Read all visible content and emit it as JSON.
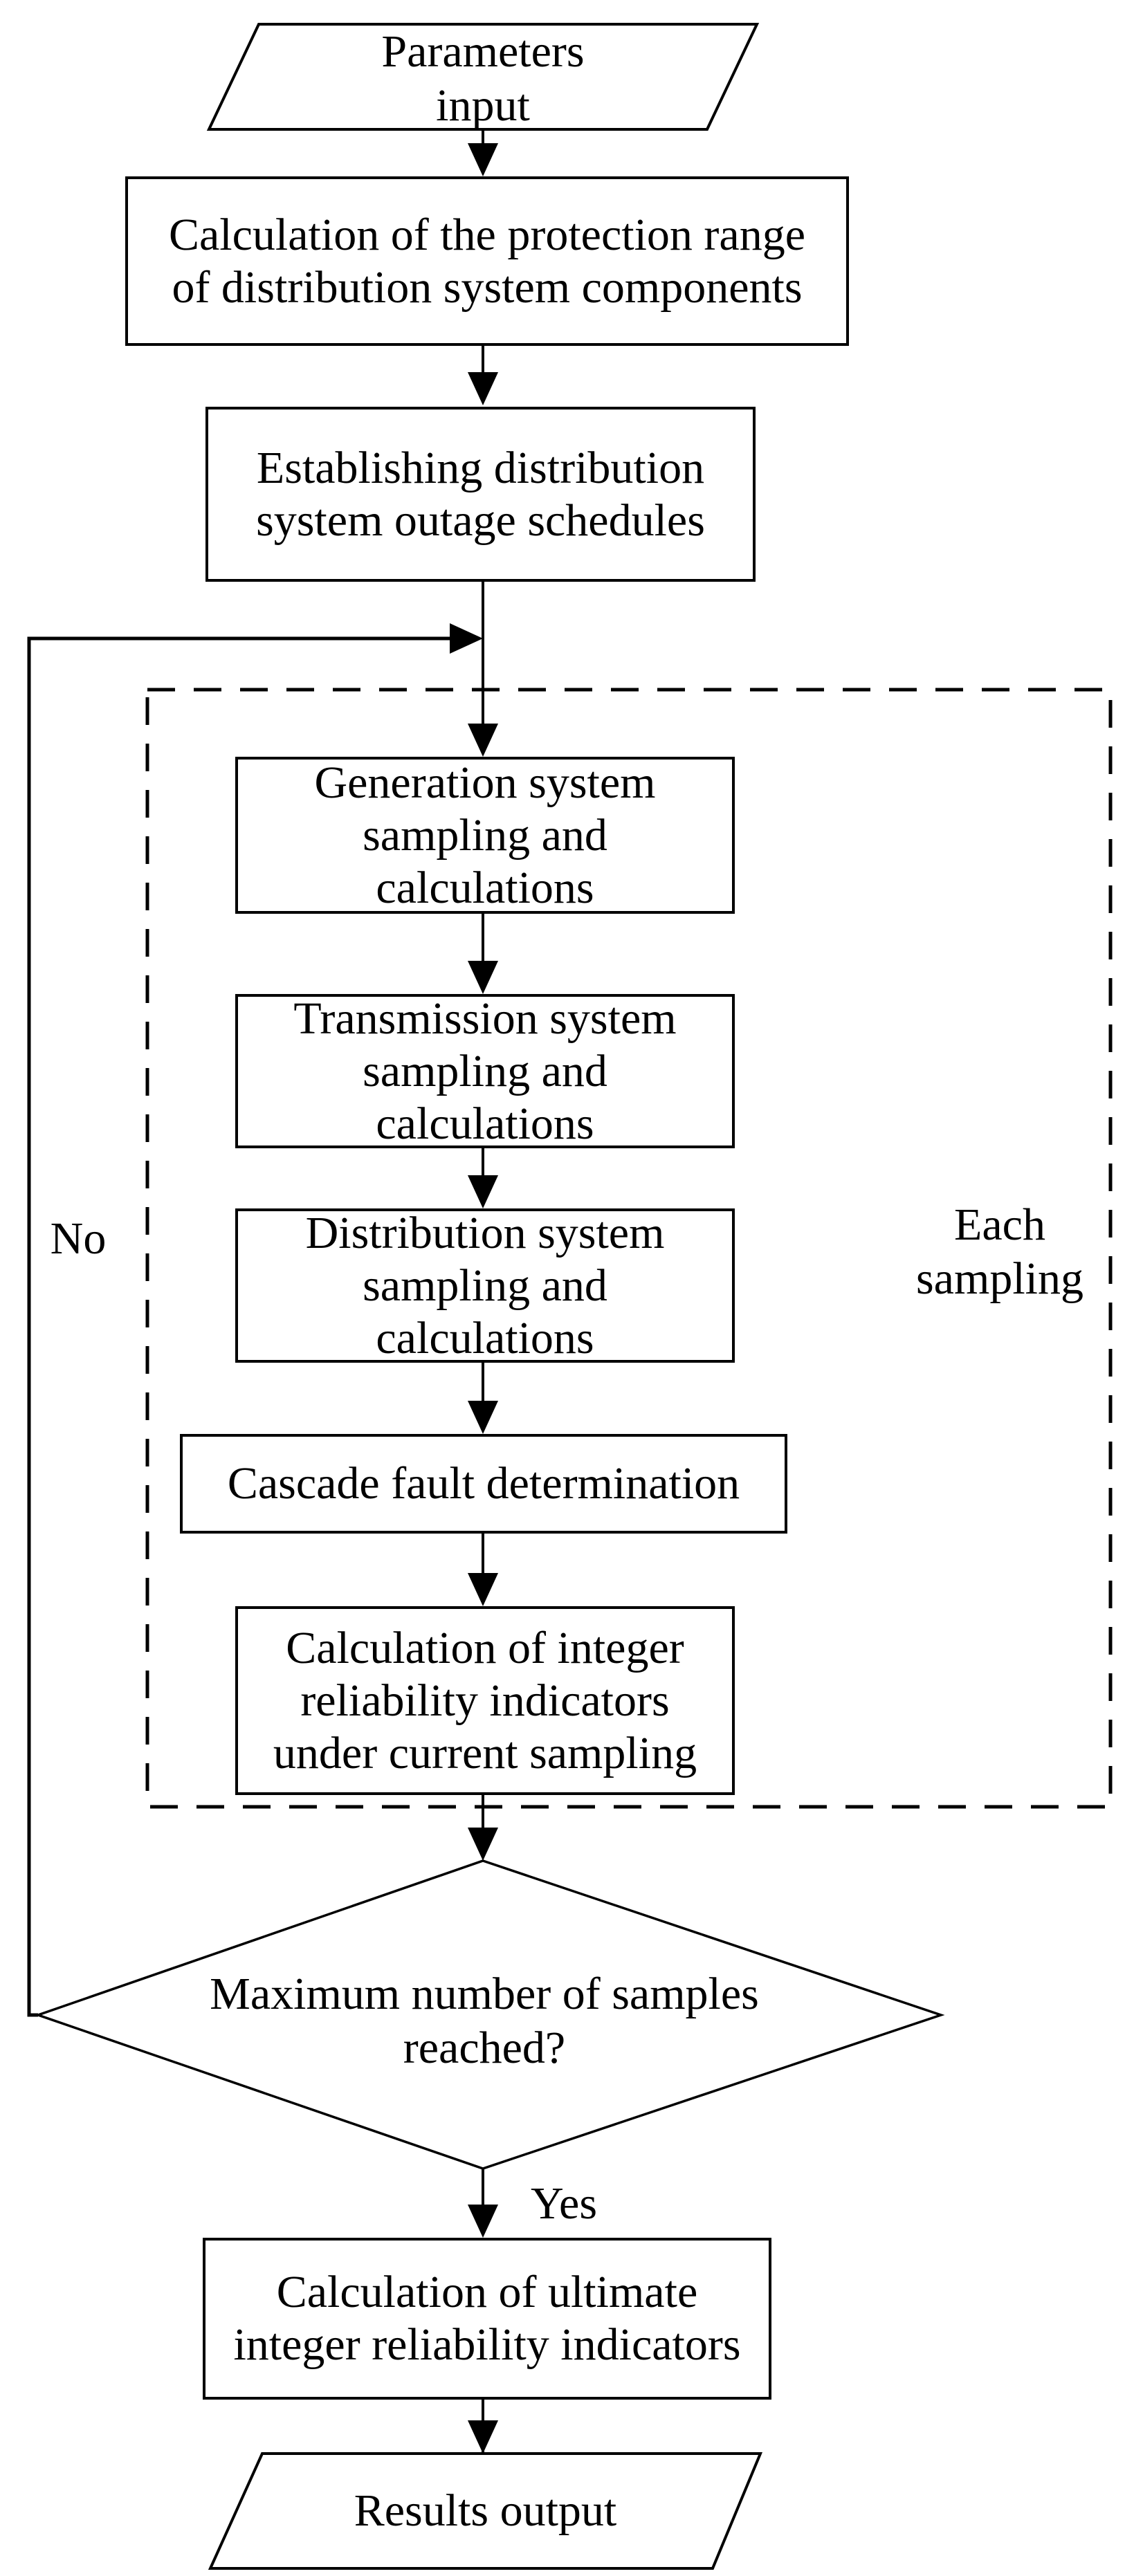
{
  "figure": {
    "background_color": "#ffffff",
    "line_color": "#000000",
    "type": "flowchart"
  },
  "nodes": {
    "parameters_input": {
      "shape": "parallelogram",
      "lines": [
        "Parameters",
        "input"
      ]
    },
    "calc_protection_range": {
      "shape": "rectangle",
      "lines": [
        "Calculation of the protection range",
        "of  distribution system components"
      ]
    },
    "establish_outage_schedules": {
      "shape": "rectangle",
      "lines": [
        "Establishing distribution",
        "system outage schedules"
      ]
    },
    "generation_sampling": {
      "shape": "rectangle",
      "lines": [
        "Generation system",
        "sampling and",
        "calculations"
      ]
    },
    "transmission_sampling": {
      "shape": "rectangle",
      "lines": [
        "Transmission system",
        "sampling and",
        "calculations"
      ]
    },
    "distribution_sampling": {
      "shape": "rectangle",
      "lines": [
        "Distribution system",
        "sampling and",
        "calculations"
      ]
    },
    "cascade_fault": {
      "shape": "rectangle",
      "lines": [
        "Cascade fault determination"
      ]
    },
    "calc_integer_indicators": {
      "shape": "rectangle",
      "lines": [
        "Calculation of integer",
        "reliability indicators",
        "under current sampling"
      ]
    },
    "max_samples_decision": {
      "shape": "diamond",
      "lines": [
        "Maximum number of samples",
        "reached?"
      ]
    },
    "calc_ultimate_indicators": {
      "shape": "rectangle",
      "lines": [
        "Calculation of ultimate",
        "integer reliability indicators"
      ]
    },
    "results_output": {
      "shape": "parallelogram",
      "lines": [
        "Results output"
      ]
    }
  },
  "labels": {
    "no_branch": "No",
    "yes_branch": "Yes",
    "each_sampling": {
      "lines": [
        "Each",
        "sampling"
      ]
    }
  }
}
